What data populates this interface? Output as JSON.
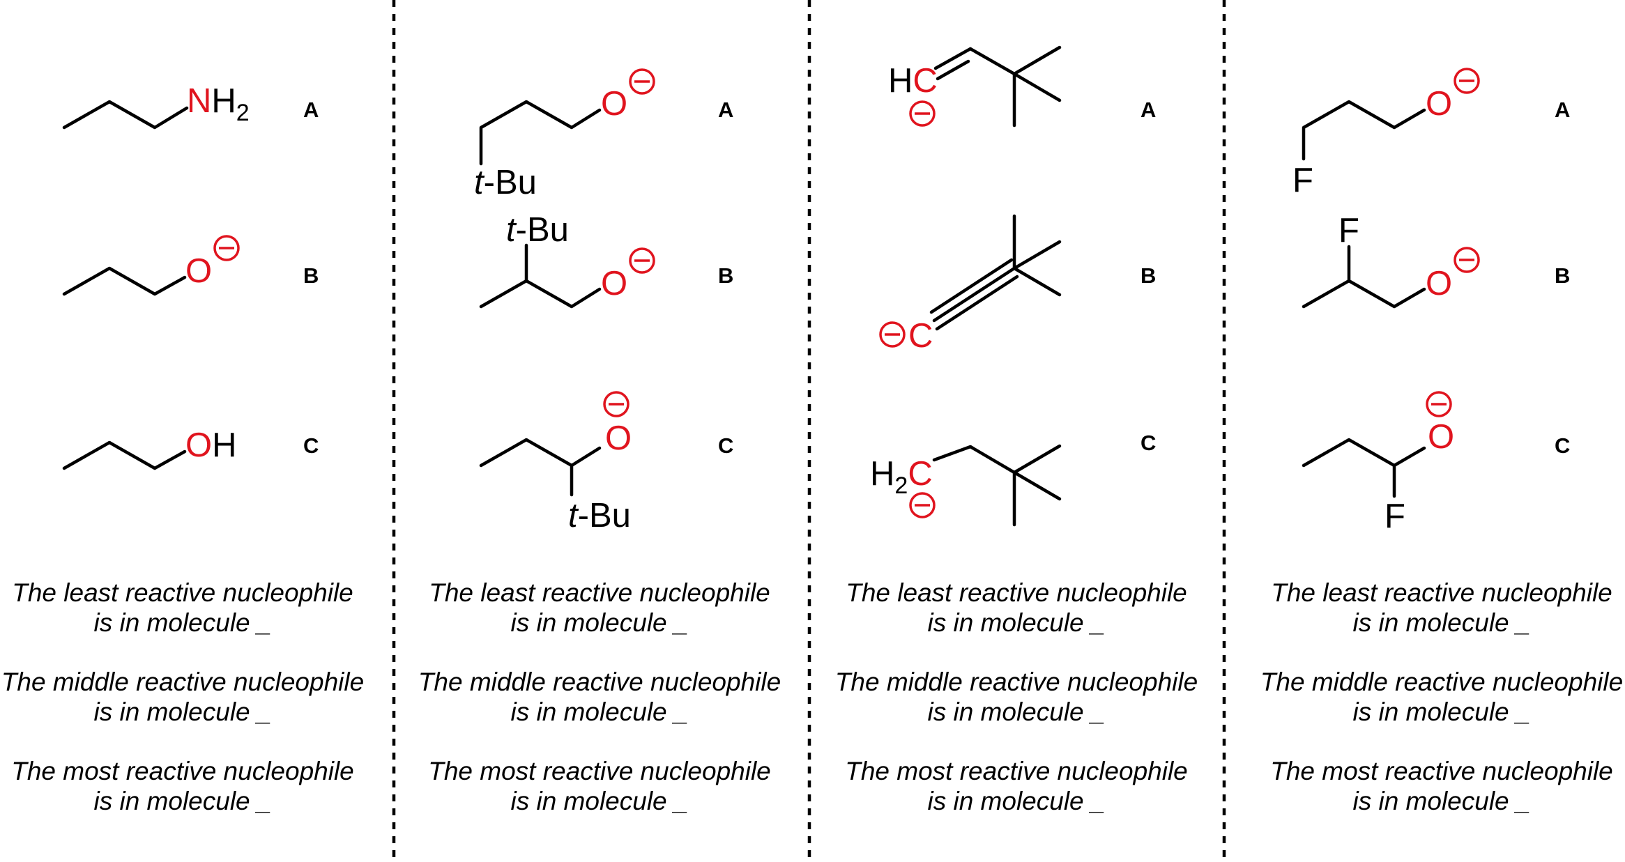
{
  "colors": {
    "heteroatom": "#e0141e",
    "bond": "#000000",
    "background": "#ffffff"
  },
  "charge_symbol": "minus-in-circle",
  "panels": [
    {
      "molecules": [
        {
          "letter": "A",
          "atoms": {
            "n": "N",
            "h": "H",
            "sub": "2"
          }
        },
        {
          "letter": "B",
          "atoms": {
            "o": "O"
          }
        },
        {
          "letter": "C",
          "atoms": {
            "o": "O",
            "h": "H"
          }
        }
      ],
      "questions": [
        {
          "line1": "The least reactive nucleophile",
          "line2": "is in molecule _"
        },
        {
          "line1": "The middle reactive nucleophile",
          "line2": "is in molecule _"
        },
        {
          "line1": "The most reactive nucleophile",
          "line2": "is in molecule _"
        }
      ]
    },
    {
      "molecules": [
        {
          "letter": "A",
          "atoms": {
            "o": "O",
            "t": "t",
            "bu": "-Bu"
          }
        },
        {
          "letter": "B",
          "atoms": {
            "o": "O",
            "t": "t",
            "bu": "-Bu"
          }
        },
        {
          "letter": "C",
          "atoms": {
            "o": "O",
            "t": "t",
            "bu": "-Bu"
          }
        }
      ],
      "questions": [
        {
          "line1": "The least reactive nucleophile",
          "line2": "is in molecule _"
        },
        {
          "line1": "The middle reactive nucleophile",
          "line2": "is in molecule _"
        },
        {
          "line1": "The most reactive nucleophile",
          "line2": "is in molecule _"
        }
      ]
    },
    {
      "molecules": [
        {
          "letter": "A",
          "atoms": {
            "h": "H",
            "c": "C"
          }
        },
        {
          "letter": "B",
          "atoms": {
            "c": "C"
          }
        },
        {
          "letter": "C",
          "atoms": {
            "h": "H",
            "sub": "2",
            "c": "C"
          }
        }
      ],
      "questions": [
        {
          "line1": "The least reactive nucleophile",
          "line2": "is in molecule _"
        },
        {
          "line1": "The middle reactive nucleophile",
          "line2": "is in molecule _"
        },
        {
          "line1": "The most reactive nucleophile",
          "line2": "is in molecule _"
        }
      ]
    },
    {
      "molecules": [
        {
          "letter": "A",
          "atoms": {
            "o": "O",
            "f": "F"
          }
        },
        {
          "letter": "B",
          "atoms": {
            "o": "O",
            "f": "F"
          }
        },
        {
          "letter": "C",
          "atoms": {
            "o": "O",
            "f": "F"
          }
        }
      ],
      "questions": [
        {
          "line1": "The least reactive nucleophile",
          "line2": "is in molecule _"
        },
        {
          "line1": "The middle reactive nucleophile",
          "line2": "is in molecule _"
        },
        {
          "line1": "The most reactive nucleophile",
          "line2": "is in molecule _"
        }
      ]
    }
  ]
}
